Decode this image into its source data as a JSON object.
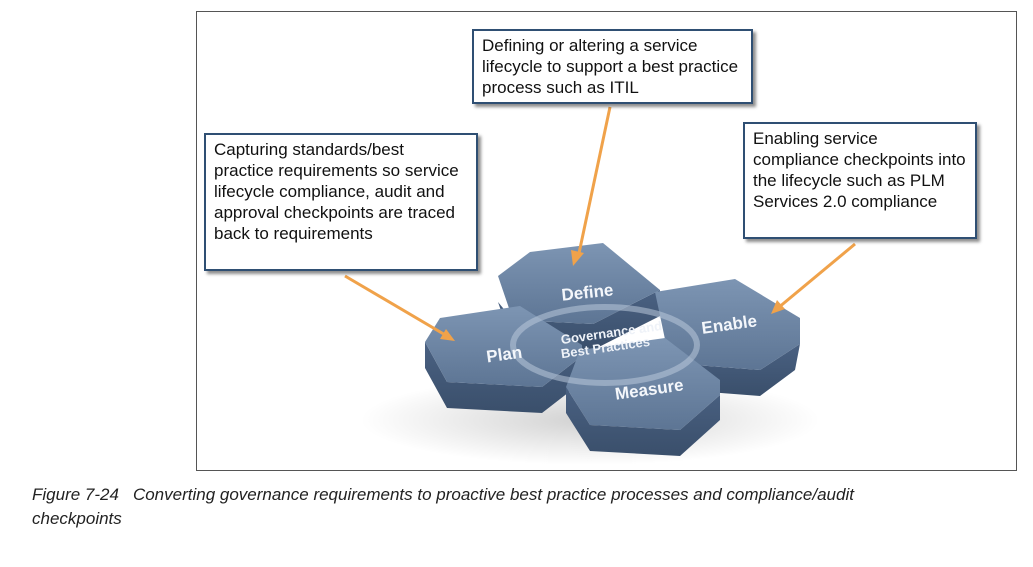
{
  "colors": {
    "hex_top": "#5d7594",
    "hex_top_light": "#7d95b3",
    "hex_side": "#3a4f6b",
    "arrow": "#f0a24a",
    "callout_border": "#2f4f73"
  },
  "callouts": {
    "define": "Defining or altering a service lifecycle to support a best practice process such as ITIL",
    "plan": "Capturing standards/best practice requirements so service lifecycle compliance, audit and approval checkpoints are traced back to requirements",
    "enable": "Enabling service compliance checkpoints into the lifecycle such as PLM Services 2.0 compliance"
  },
  "hexagons": {
    "define": "Define",
    "plan": "Plan",
    "enable": "Enable",
    "measure": "Measure"
  },
  "center": {
    "line1": "Governance and",
    "line2": "Best Practices"
  },
  "caption": {
    "number": "Figure 7-24",
    "text": "Converting governance requirements to proactive best practice processes and compliance/audit checkpoints"
  }
}
